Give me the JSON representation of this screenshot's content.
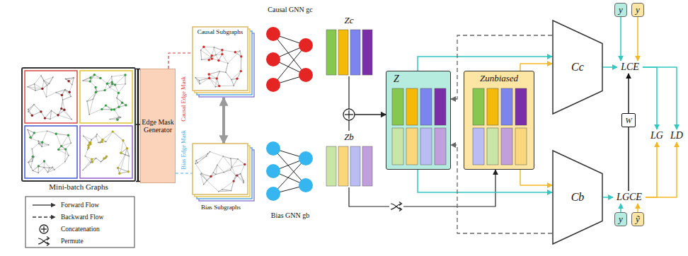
{
  "diagram": {
    "nodes": [
      {
        "text": [
          "Mini-batch Graphs"
        ]
      },
      {
        "text": [
          "Edge Mask Generator"
        ]
      },
      {
        "text": [
          "Causal Subgraphs"
        ]
      },
      {
        "text": [
          "Bias Subgraphs"
        ]
      },
      {
        "text": [
          "Causal GNN gc"
        ]
      },
      {
        "text": [
          "Bias GNN gb"
        ]
      },
      {
        "text": [
          "Zc"
        ]
      },
      {
        "text": [
          "Zb"
        ]
      },
      {
        "text": [
          "Z"
        ]
      },
      {
        "text": [
          "Zunbiased"
        ]
      },
      {
        "text": [
          "Cc"
        ]
      },
      {
        "text": [
          "Cb"
        ]
      },
      {
        "text": [
          "y"
        ]
      },
      {
        "text": [
          "y"
        ]
      },
      {
        "text": [
          "LCE"
        ]
      },
      {
        "text": [
          "W"
        ]
      },
      {
        "text": [
          "LG"
        ]
      },
      {
        "text": [
          "LD"
        ]
      },
      {
        "text": [
          "LGCE"
        ]
      },
      {
        "text": [
          "y"
        ]
      },
      {
        "text": [
          "ỹ"
        ]
      }
    ],
    "edges": [
      {
        "from": 0,
        "to": 1,
        "arrow": "none"
      },
      {
        "from": 1,
        "to": 2,
        "arrow": "none",
        "label": "Causal Edge Mask"
      },
      {
        "from": 1,
        "to": 3,
        "arrow": "none",
        "label": "Bias Edge Mask"
      },
      {
        "from": 2,
        "to": 3,
        "arrow": "both"
      },
      {
        "from": 6,
        "to": 8,
        "arrow": "to"
      },
      {
        "from": 7,
        "to": 8,
        "arrow": "to"
      },
      {
        "from": 7,
        "to": 9,
        "arrow": "to"
      },
      {
        "from": 8,
        "to": 10,
        "arrow": "to"
      },
      {
        "from": 9,
        "to": 10,
        "arrow": "to"
      },
      {
        "from": 8,
        "to": 11,
        "arrow": "to"
      },
      {
        "from": 9,
        "to": 11,
        "arrow": "to"
      },
      {
        "from": 10,
        "to": 8,
        "arrow": "to"
      },
      {
        "from": 11,
        "to": 8,
        "arrow": "to"
      },
      {
        "from": 10,
        "to": 14,
        "arrow": "to"
      },
      {
        "from": 11,
        "to": 18,
        "arrow": "to"
      },
      {
        "from": 12,
        "to": 14,
        "arrow": "to"
      },
      {
        "from": 13,
        "to": 14,
        "arrow": "to"
      },
      {
        "from": 19,
        "to": 18,
        "arrow": "to"
      },
      {
        "from": 20,
        "to": 18,
        "arrow": "to"
      },
      {
        "from": 18,
        "to": 15,
        "arrow": "none"
      },
      {
        "from": 15,
        "to": 14,
        "arrow": "to"
      },
      {
        "from": 14,
        "to": 16,
        "arrow": "to"
      },
      {
        "from": 14,
        "to": 17,
        "arrow": "to"
      },
      {
        "from": 18,
        "to": 16,
        "arrow": "to"
      },
      {
        "from": 18,
        "to": 17,
        "arrow": "to"
      }
    ],
    "legend": [
      {
        "text": "Forward Flow"
      },
      {
        "text": "Backward Flow"
      },
      {
        "text": "Concatenation"
      },
      {
        "text": "Permute"
      }
    ]
  }
}
